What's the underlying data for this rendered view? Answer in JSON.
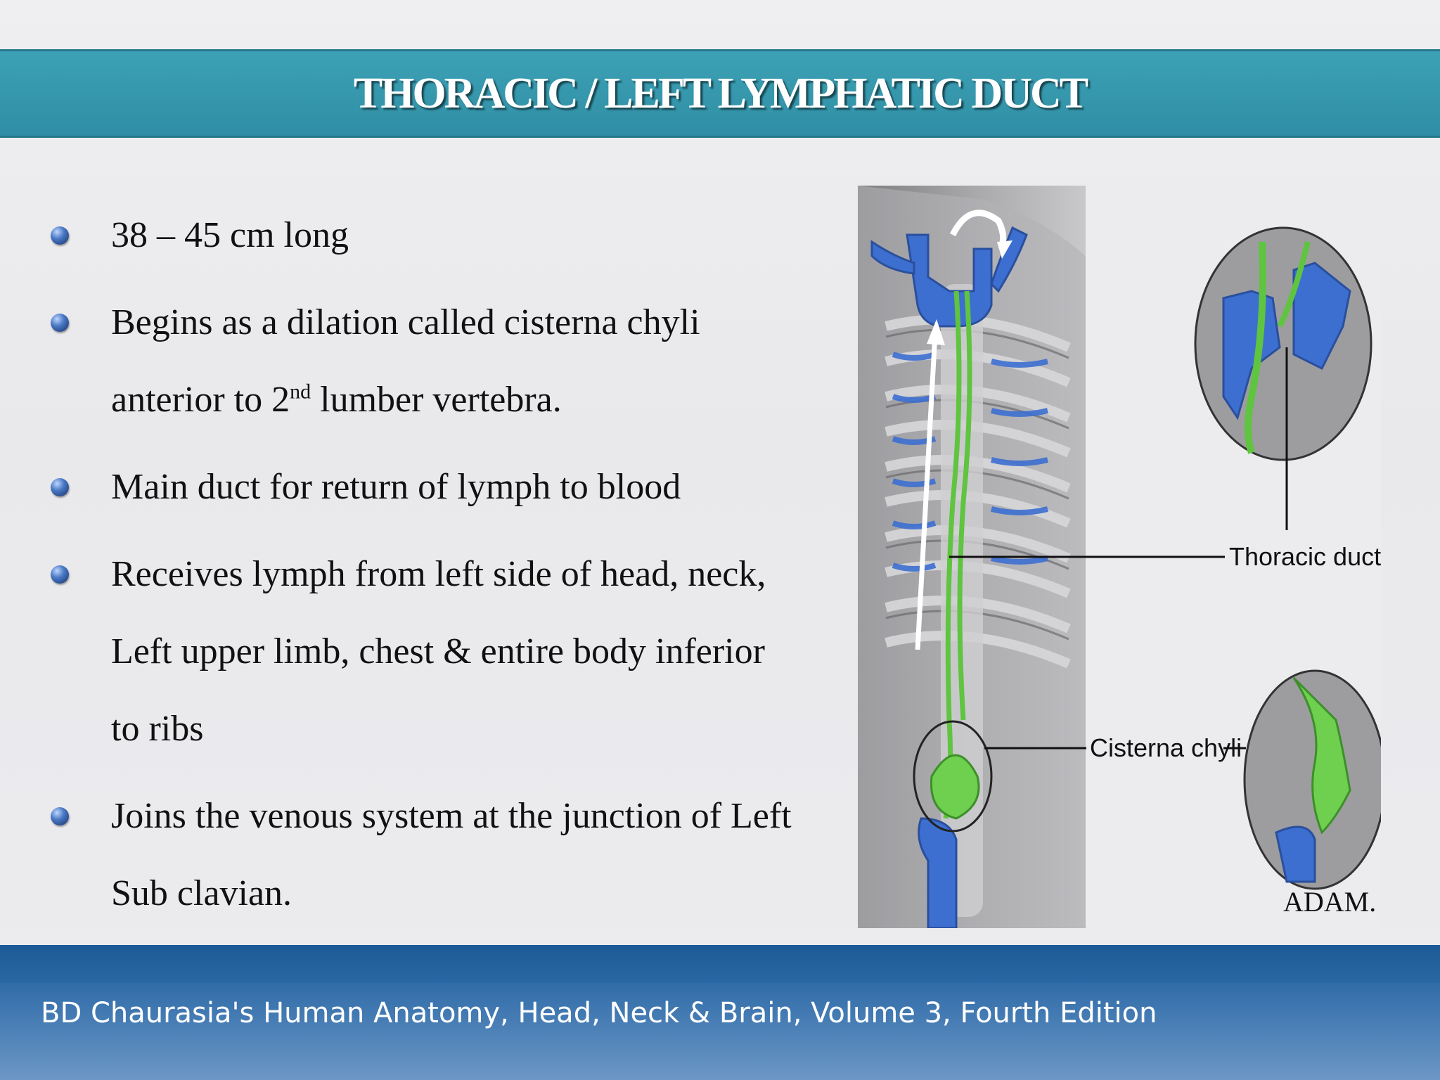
{
  "title": "THORACIC / LEFT LYMPHATIC DUCT",
  "bullets": [
    {
      "lines": [
        "38 – 45 cm long"
      ]
    },
    {
      "line1": "Begins as a dilation called cisterna chyli",
      "line2_pre": "anterior  to 2",
      "line2_sup": "nd",
      "line2_post": " lumber vertebra."
    },
    {
      "lines": [
        "Main duct for return of lymph to blood"
      ]
    },
    {
      "lines": [
        "Receives lymph from left side of head, neck,",
        "Left upper limb, chest  &  entire body inferior",
        "to ribs"
      ]
    },
    {
      "lines": [
        "Joins the venous system at the junction of Left",
        "Sub clavian."
      ]
    }
  ],
  "figure": {
    "label_thoracic": "Thoracic duct",
    "label_cisterna": "Cisterna chyli",
    "logo": "ADAM."
  },
  "footer": "BD Chaurasia's Human Anatomy, Head, Neck & Brain, Volume 3, Fourth Edition",
  "colors": {
    "title_bar": "#3399ad",
    "footer": "#2e6aa7",
    "vessel_blue": "#3d6fd1",
    "lymph_green": "#5fc43f"
  }
}
